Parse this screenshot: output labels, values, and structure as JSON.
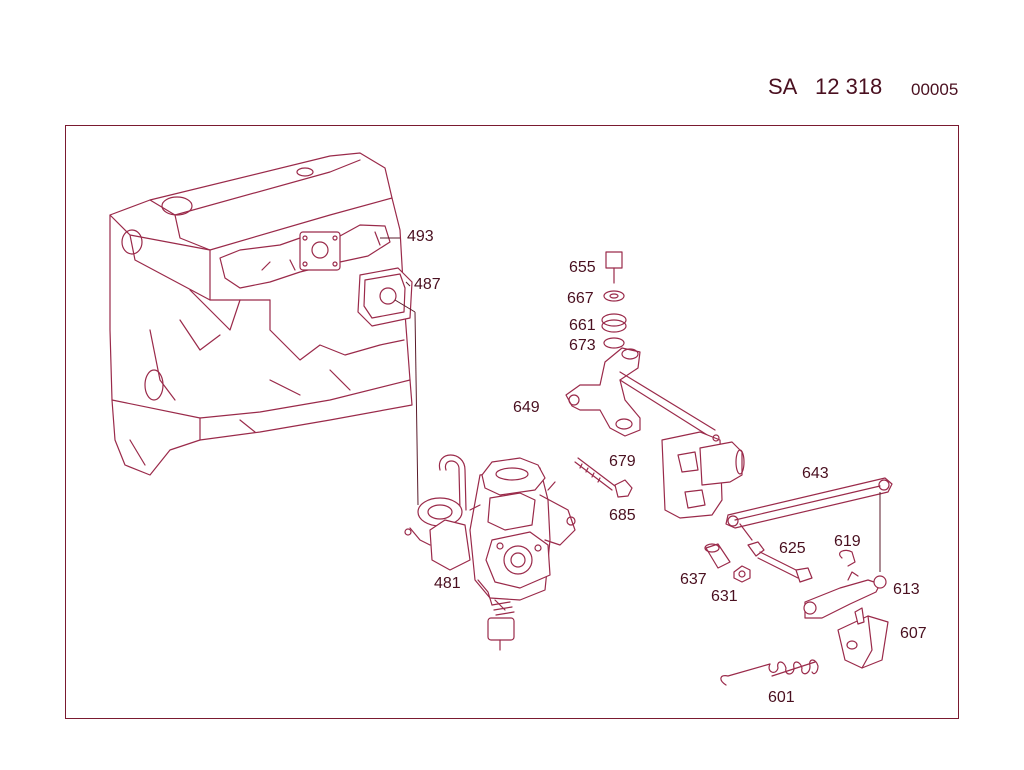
{
  "header": {
    "prefix": "SA",
    "number": "12 318",
    "sheet": "00005"
  },
  "colors": {
    "line": "#9a2a4a",
    "text": "#4a1020",
    "frame": "#7a1a30"
  },
  "parts": [
    {
      "id": "p493",
      "label": "493"
    },
    {
      "id": "p487",
      "label": "487"
    },
    {
      "id": "p481",
      "label": "481"
    },
    {
      "id": "p655",
      "label": "655"
    },
    {
      "id": "p667",
      "label": "667"
    },
    {
      "id": "p661",
      "label": "661"
    },
    {
      "id": "p673",
      "label": "673"
    },
    {
      "id": "p649",
      "label": "649"
    },
    {
      "id": "p679",
      "label": "679"
    },
    {
      "id": "p685",
      "label": "685"
    },
    {
      "id": "p643",
      "label": "643"
    },
    {
      "id": "p625",
      "label": "625"
    },
    {
      "id": "p619",
      "label": "619"
    },
    {
      "id": "p613",
      "label": "613"
    },
    {
      "id": "p637",
      "label": "637"
    },
    {
      "id": "p631",
      "label": "631"
    },
    {
      "id": "p607",
      "label": "607"
    },
    {
      "id": "p601",
      "label": "601"
    }
  ]
}
